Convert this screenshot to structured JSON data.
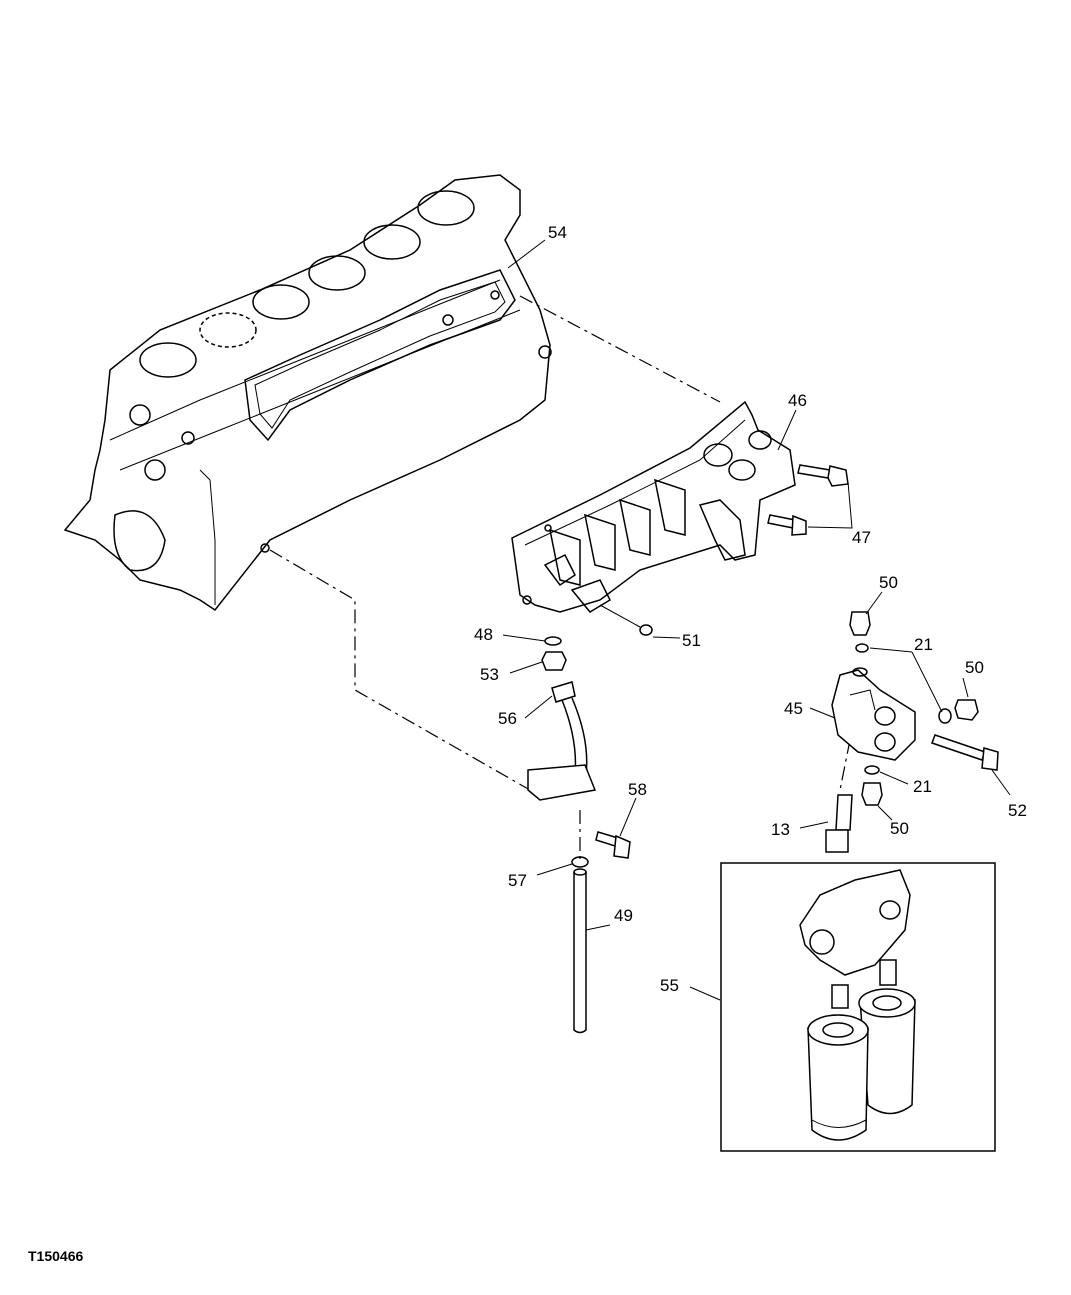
{
  "figure_id": "T150466",
  "callouts": {
    "c54": "54",
    "c46": "46",
    "c47": "47",
    "c50a": "50",
    "c21a": "21",
    "c50b": "50",
    "c48": "48",
    "c51": "51",
    "c53": "53",
    "c45": "45",
    "c56": "56",
    "c52": "52",
    "c21b": "21",
    "c58": "58",
    "c50c": "50",
    "c13": "13",
    "c57": "57",
    "c49": "49",
    "c55": "55"
  }
}
